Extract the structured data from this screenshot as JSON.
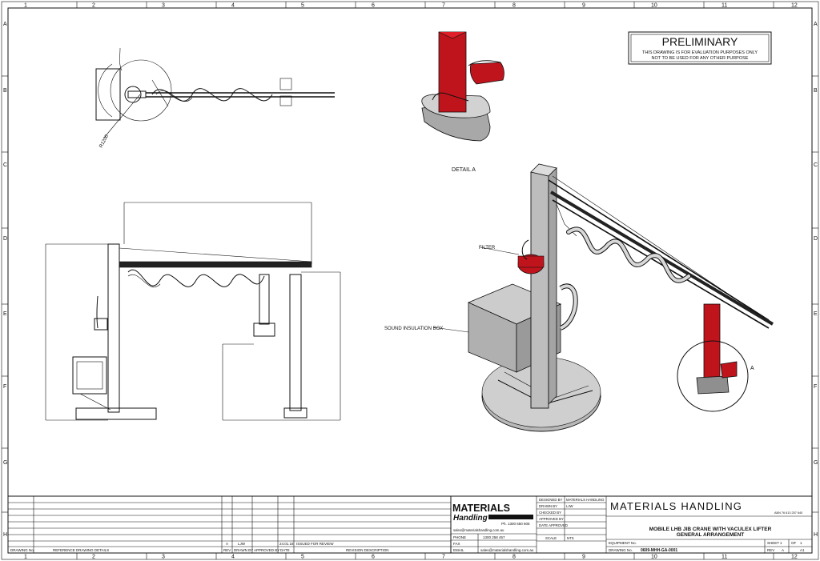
{
  "border": {
    "cols": [
      "1",
      "2",
      "3",
      "4",
      "5",
      "6",
      "7",
      "8",
      "9",
      "10",
      "11",
      "12"
    ],
    "rows": [
      "A",
      "B",
      "C",
      "D",
      "E",
      "F",
      "G",
      "H"
    ]
  },
  "stamp": {
    "title": "PRELIMINARY",
    "line1": "THIS DRAWING IS FOR EVALUATION PURPOSES ONLY",
    "line2": "NOT TO BE USED FOR ANY OTHER PURPOSE"
  },
  "labels": {
    "detail_a": "DETAIL  A",
    "filter": "FILTER",
    "sound_box": "SOUND INSULATION BOX",
    "detail_ref": "A",
    "radius": "R1200"
  },
  "title_block": {
    "logo_line1": "MATERIALS",
    "logo_line2": "Handling",
    "ph_logo": "Ph. 1300 650 605",
    "web": "sales@materialshandling.com.au",
    "phone_label": "PHONE",
    "phone_value": "1300 258 457",
    "fax_label": "FAX",
    "email_label": "EMAIL",
    "email_value": "sales@materialshandling.com.au",
    "designed_by": "DESIGNED BY",
    "designed_by_value": "MATERIALS HANDLING",
    "drawn_by": "DRAWN BY",
    "drawn_by_value": "LJW",
    "checked_by": "CHECKED BY",
    "approved_by": "APPROVED BY",
    "date_approved": "DATE APPROVED",
    "scale_label": "SCALE",
    "scale_value": "NTS",
    "company": "MATERIALS HANDLING",
    "abn": "ABN 76 613 257 640",
    "title_line1": "MOBILE LHB JIB CRANE WITH VACULEX LIFTER",
    "title_line2": "GENERAL ARRANGEMENT",
    "equipment_no": "EQUIPMENT No.",
    "drawing_no_label": "DRAWING No.",
    "drawing_no_value": "0609-MHH-GA-0001",
    "sheet_label": "SHEET",
    "sheet_value": "1",
    "of_label": "OF",
    "of_value": "1",
    "rev_label": "REV",
    "rev_value": "A",
    "size_value": "A1"
  },
  "revision": {
    "rev": "A",
    "drawn": "LJW",
    "date": "24.01.18",
    "desc": "ISSUED FOR REVIEW",
    "h_drawing_no": "DRAWING No.",
    "h_ref": "REFERENCE DRAWING DETAILS",
    "h_rev": "REV",
    "h_drawn": "DRAWN BY",
    "h_approved": "APPROVED BY",
    "h_date": "DATE",
    "h_desc": "REVISION DESCRIPTION"
  },
  "colors": {
    "red": "#c0141c",
    "grey": "#a8a8a8",
    "dark_grey": "#7a7a7a"
  }
}
